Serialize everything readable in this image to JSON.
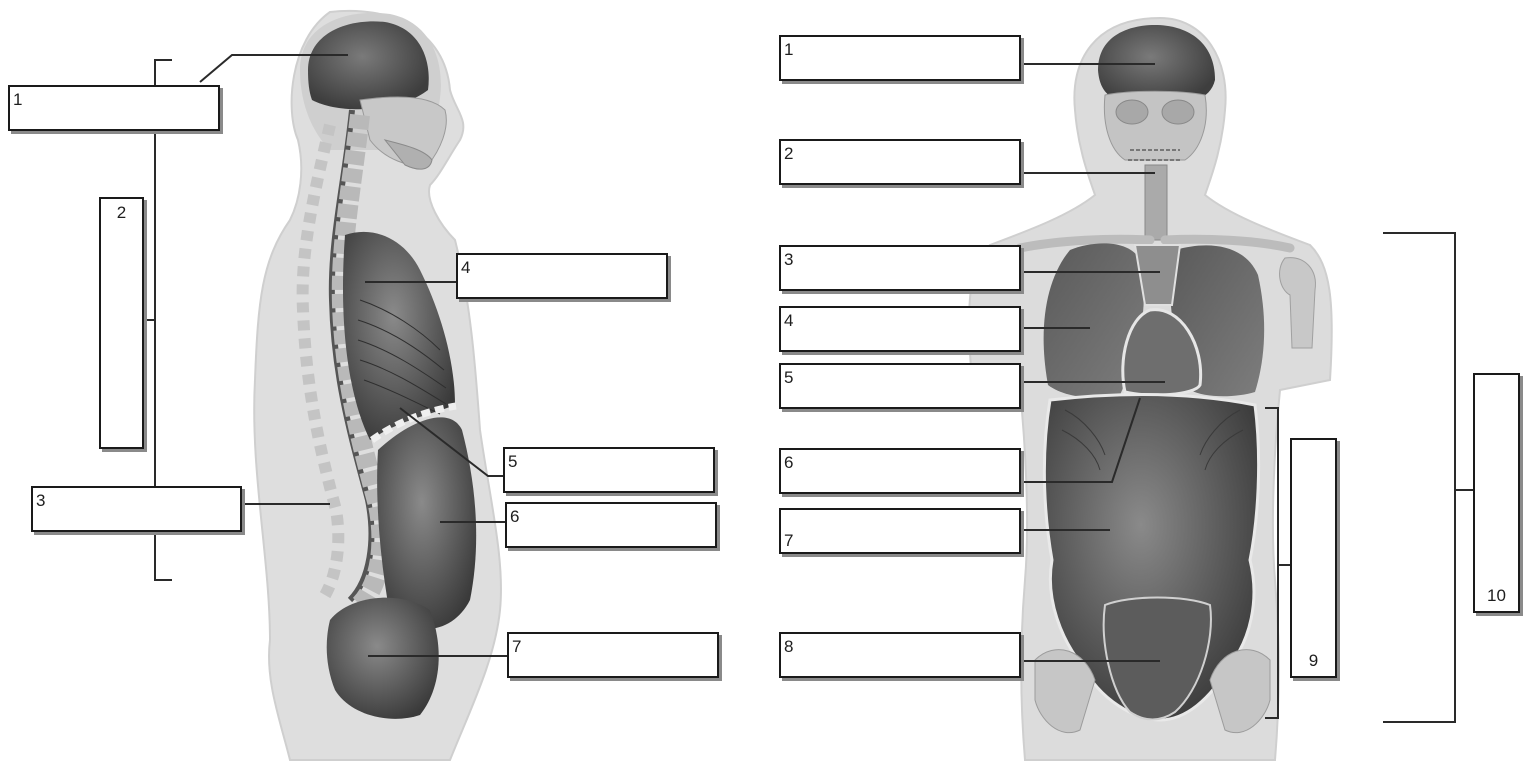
{
  "left_figure": {
    "labels": [
      "1",
      "2",
      "3",
      "4",
      "5",
      "6",
      "7"
    ]
  },
  "right_figure": {
    "labels": [
      "1",
      "2",
      "3",
      "4",
      "5",
      "6",
      "7",
      "8",
      "9",
      "10"
    ]
  },
  "colors": {
    "body_silhouette": "#dcdcdc",
    "skeleton": "#c9c9c9",
    "organ_dark": "#4a4a4a",
    "organ_mid": "#6a6a6a",
    "label_border": "#1a1a1a",
    "leader_line": "#2a2a2a"
  }
}
